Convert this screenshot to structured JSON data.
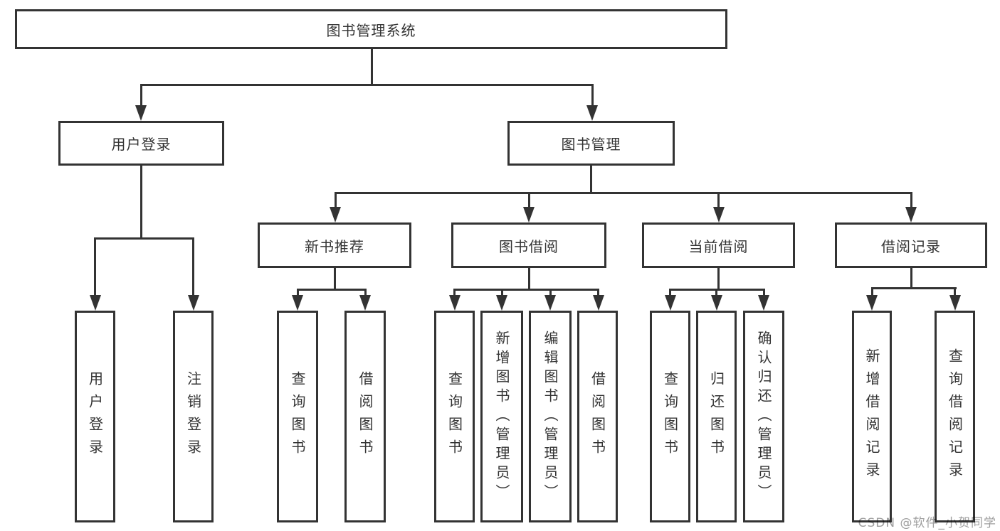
{
  "diagram": {
    "title": "图书管理系统",
    "colors": {
      "line": "#333333",
      "box_border": "#333333",
      "box_background": "#ffffff",
      "text": "#333333",
      "watermark_text": "#9e9e9e"
    },
    "nodes": {
      "root": {
        "label": "图书管理系统"
      },
      "user_login": {
        "label": "用户登录"
      },
      "book_mgmt": {
        "label": "图书管理"
      },
      "new_book_rec": {
        "label": "新书推荐"
      },
      "book_borrow": {
        "label": "图书借阅"
      },
      "current_borrow": {
        "label": "当前借阅"
      },
      "borrow_records": {
        "label": "借阅记录"
      },
      "leaf_user_login": {
        "label": "用户登录"
      },
      "leaf_logout": {
        "label": "注销登录"
      },
      "leaf_query_books_rec": {
        "label": "查询图书"
      },
      "leaf_borrow_books_rec": {
        "label": "借阅图书"
      },
      "leaf_query_books_borrow": {
        "label": "查询图书"
      },
      "leaf_add_books_admin": {
        "label": "新增图书（管理员）"
      },
      "leaf_edit_books_admin": {
        "label": "编辑图书（管理员）"
      },
      "leaf_borrow_books_borrow": {
        "label": "借阅图书"
      },
      "leaf_query_books_current": {
        "label": "查询图书"
      },
      "leaf_return_books": {
        "label": "归还图书"
      },
      "leaf_confirm_return_admin": {
        "label": "确认归还（管理员）"
      },
      "leaf_add_borrow_record": {
        "label": "新增借阅记录"
      },
      "leaf_query_borrow_record": {
        "label": "查询借阅记录"
      }
    },
    "watermark": "CSDN @软件_小贺同学"
  }
}
